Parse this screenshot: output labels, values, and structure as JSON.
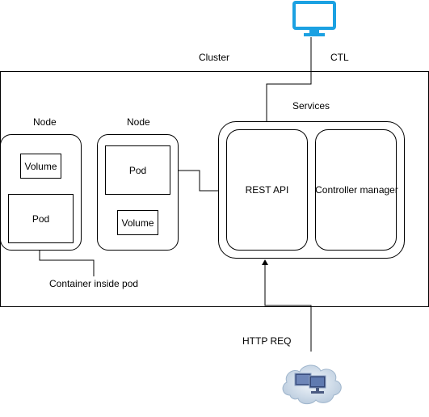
{
  "diagram": {
    "cluster_label": "Cluster",
    "ctl_label": "CTL",
    "services_label": "Services",
    "node1": {
      "title": "Node",
      "volume_label": "Volume",
      "pod_label": "Pod"
    },
    "node2": {
      "title": "Node",
      "pod_label": "Pod",
      "volume_label": "Volume"
    },
    "rest_api_label": "REST API",
    "controller_manager_label": "Controller manager",
    "container_inside_pod_label": "Container inside pod",
    "http_req_label": "HTTP REQ",
    "colors": {
      "monitor": "#1ba1e2",
      "stroke": "#000000"
    },
    "icons": {
      "ctl": "monitor-icon",
      "client": "cloud-computer-icon"
    }
  }
}
